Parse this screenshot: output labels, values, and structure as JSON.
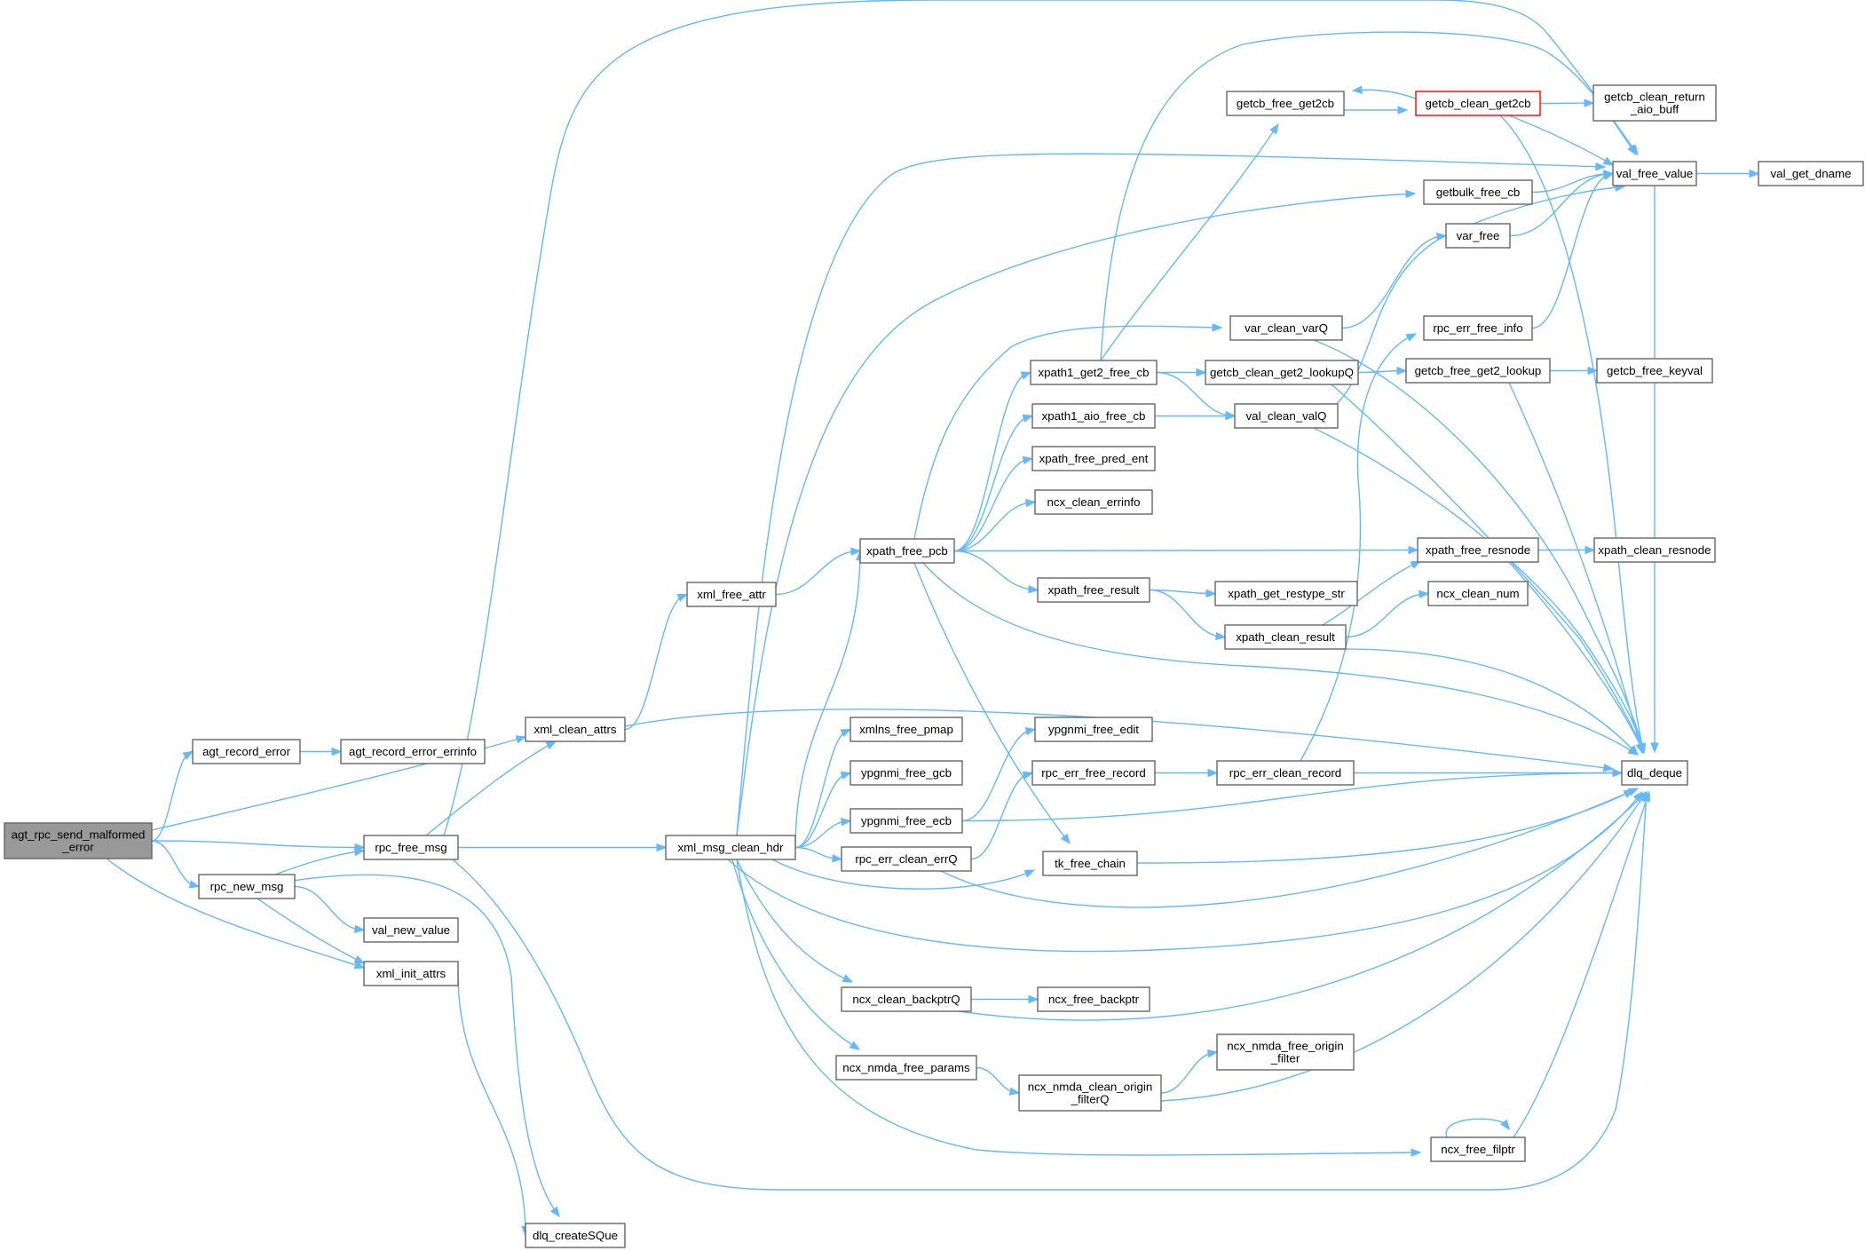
{
  "diagram": {
    "type": "call-graph",
    "colors": {
      "edge": "#63b8ff",
      "node_border": "#666666",
      "root_fill": "#999999",
      "highlight_border": "#ff0000"
    },
    "nodes": [
      {
        "id": "agt_rpc_send_malformed_error",
        "lines": [
          "agt_rpc_send_malformed",
          "_error"
        ],
        "style": "root"
      },
      {
        "id": "agt_record_error",
        "lines": [
          "agt_record_error"
        ]
      },
      {
        "id": "agt_record_error_errinfo",
        "lines": [
          "agt_record_error_errinfo"
        ]
      },
      {
        "id": "xml_clean_attrs",
        "lines": [
          "xml_clean_attrs"
        ]
      },
      {
        "id": "rpc_free_msg",
        "lines": [
          "rpc_free_msg"
        ]
      },
      {
        "id": "rpc_new_msg",
        "lines": [
          "rpc_new_msg"
        ]
      },
      {
        "id": "val_new_value",
        "lines": [
          "val_new_value"
        ]
      },
      {
        "id": "xml_init_attrs",
        "lines": [
          "xml_init_attrs"
        ]
      },
      {
        "id": "dlq_createSQue",
        "lines": [
          "dlq_createSQue"
        ]
      },
      {
        "id": "xml_free_attr",
        "lines": [
          "xml_free_attr"
        ]
      },
      {
        "id": "xml_msg_clean_hdr",
        "lines": [
          "xml_msg_clean_hdr"
        ]
      },
      {
        "id": "xpath_free_pcb",
        "lines": [
          "xpath_free_pcb"
        ]
      },
      {
        "id": "xmlns_free_pmap",
        "lines": [
          "xmlns_free_pmap"
        ]
      },
      {
        "id": "ypgnmi_free_gcb",
        "lines": [
          "ypgnmi_free_gcb"
        ]
      },
      {
        "id": "ypgnmi_free_ecb",
        "lines": [
          "ypgnmi_free_ecb"
        ]
      },
      {
        "id": "rpc_err_clean_errQ",
        "lines": [
          "rpc_err_clean_errQ"
        ]
      },
      {
        "id": "ncx_clean_backptrQ",
        "lines": [
          "ncx_clean_backptrQ"
        ]
      },
      {
        "id": "ncx_nmda_free_params",
        "lines": [
          "ncx_nmda_free_params"
        ]
      },
      {
        "id": "xpath1_get2_free_cb",
        "lines": [
          "xpath1_get2_free_cb"
        ]
      },
      {
        "id": "xpath1_aio_free_cb",
        "lines": [
          "xpath1_aio_free_cb"
        ]
      },
      {
        "id": "xpath_free_pred_ent",
        "lines": [
          "xpath_free_pred_ent"
        ]
      },
      {
        "id": "ncx_clean_errinfo",
        "lines": [
          "ncx_clean_errinfo"
        ]
      },
      {
        "id": "xpath_free_result",
        "lines": [
          "xpath_free_result"
        ]
      },
      {
        "id": "ypgnmi_free_edit",
        "lines": [
          "ypgnmi_free_edit"
        ]
      },
      {
        "id": "rpc_err_free_record",
        "lines": [
          "rpc_err_free_record"
        ]
      },
      {
        "id": "tk_free_chain",
        "lines": [
          "tk_free_chain"
        ]
      },
      {
        "id": "ncx_free_backptr",
        "lines": [
          "ncx_free_backptr"
        ]
      },
      {
        "id": "ncx_nmda_clean_origin_filterQ",
        "lines": [
          "ncx_nmda_clean_origin",
          "_filterQ"
        ]
      },
      {
        "id": "getcb_free_get2cb",
        "lines": [
          "getcb_free_get2cb"
        ]
      },
      {
        "id": "var_clean_varQ",
        "lines": [
          "var_clean_varQ"
        ]
      },
      {
        "id": "getcb_clean_get2_lookupQ",
        "lines": [
          "getcb_clean_get2_lookupQ"
        ]
      },
      {
        "id": "val_clean_valQ",
        "lines": [
          "val_clean_valQ"
        ]
      },
      {
        "id": "xpath_get_restype_str",
        "lines": [
          "xpath_get_restype_str"
        ]
      },
      {
        "id": "xpath_clean_result",
        "lines": [
          "xpath_clean_result"
        ]
      },
      {
        "id": "rpc_err_clean_record",
        "lines": [
          "rpc_err_clean_record"
        ]
      },
      {
        "id": "ncx_nmda_free_origin_filter",
        "lines": [
          "ncx_nmda_free_origin",
          "_filter"
        ]
      },
      {
        "id": "getcb_clean_get2cb",
        "lines": [
          "getcb_clean_get2cb"
        ],
        "style": "highlight"
      },
      {
        "id": "getbulk_free_cb",
        "lines": [
          "getbulk_free_cb"
        ]
      },
      {
        "id": "var_free",
        "lines": [
          "var_free"
        ]
      },
      {
        "id": "rpc_err_free_info",
        "lines": [
          "rpc_err_free_info"
        ]
      },
      {
        "id": "getcb_free_get2_lookup",
        "lines": [
          "getcb_free_get2_lookup"
        ]
      },
      {
        "id": "xpath_free_resnode",
        "lines": [
          "xpath_free_resnode"
        ]
      },
      {
        "id": "ncx_clean_num",
        "lines": [
          "ncx_clean_num"
        ]
      },
      {
        "id": "ncx_free_filptr",
        "lines": [
          "ncx_free_filptr"
        ]
      },
      {
        "id": "getcb_clean_return_aio_buff",
        "lines": [
          "getcb_clean_return",
          "_aio_buff"
        ]
      },
      {
        "id": "val_free_value",
        "lines": [
          "val_free_value"
        ]
      },
      {
        "id": "getcb_free_keyval",
        "lines": [
          "getcb_free_keyval"
        ]
      },
      {
        "id": "xpath_clean_resnode",
        "lines": [
          "xpath_clean_resnode"
        ]
      },
      {
        "id": "dlq_deque",
        "lines": [
          "dlq_deque"
        ]
      },
      {
        "id": "val_get_dname",
        "lines": [
          "val_get_dname"
        ]
      }
    ],
    "edges": [
      [
        "agt_rpc_send_malformed_error",
        "agt_record_error"
      ],
      [
        "agt_rpc_send_malformed_error",
        "xml_clean_attrs"
      ],
      [
        "agt_rpc_send_malformed_error",
        "rpc_free_msg"
      ],
      [
        "agt_rpc_send_malformed_error",
        "rpc_new_msg"
      ],
      [
        "agt_rpc_send_malformed_error",
        "xml_init_attrs"
      ],
      [
        "agt_record_error",
        "agt_record_error_errinfo"
      ],
      [
        "xml_clean_attrs",
        "xml_free_attr"
      ],
      [
        "xml_clean_attrs",
        "dlq_deque"
      ],
      [
        "rpc_free_msg",
        "xml_clean_attrs"
      ],
      [
        "rpc_free_msg",
        "xml_msg_clean_hdr"
      ],
      [
        "rpc_free_msg",
        "val_free_value"
      ],
      [
        "rpc_free_msg",
        "dlq_deque"
      ],
      [
        "rpc_new_msg",
        "rpc_free_msg"
      ],
      [
        "rpc_new_msg",
        "val_new_value"
      ],
      [
        "rpc_new_msg",
        "xml_init_attrs"
      ],
      [
        "rpc_new_msg",
        "dlq_createSQue"
      ],
      [
        "xml_init_attrs",
        "dlq_createSQue"
      ],
      [
        "xml_free_attr",
        "xpath_free_pcb"
      ],
      [
        "xml_msg_clean_hdr",
        "xpath_free_pcb"
      ],
      [
        "xml_msg_clean_hdr",
        "xmlns_free_pmap"
      ],
      [
        "xml_msg_clean_hdr",
        "ypgnmi_free_gcb"
      ],
      [
        "xml_msg_clean_hdr",
        "ypgnmi_free_ecb"
      ],
      [
        "xml_msg_clean_hdr",
        "rpc_err_clean_errQ"
      ],
      [
        "xml_msg_clean_hdr",
        "ncx_clean_backptrQ"
      ],
      [
        "xml_msg_clean_hdr",
        "ncx_nmda_free_params"
      ],
      [
        "xml_msg_clean_hdr",
        "tk_free_chain"
      ],
      [
        "xml_msg_clean_hdr",
        "getbulk_free_cb"
      ],
      [
        "xml_msg_clean_hdr",
        "val_free_value"
      ],
      [
        "xml_msg_clean_hdr",
        "ncx_free_filptr"
      ],
      [
        "xml_msg_clean_hdr",
        "dlq_deque"
      ],
      [
        "xpath_free_pcb",
        "xpath1_get2_free_cb"
      ],
      [
        "xpath_free_pcb",
        "xpath1_aio_free_cb"
      ],
      [
        "xpath_free_pcb",
        "xpath_free_pred_ent"
      ],
      [
        "xpath_free_pcb",
        "ncx_clean_errinfo"
      ],
      [
        "xpath_free_pcb",
        "xpath_free_result"
      ],
      [
        "xpath_free_pcb",
        "tk_free_chain"
      ],
      [
        "xpath_free_pcb",
        "var_clean_varQ"
      ],
      [
        "xpath_free_pcb",
        "xpath_free_resnode"
      ],
      [
        "xpath_free_pcb",
        "dlq_deque"
      ],
      [
        "ypgnmi_free_ecb",
        "ypgnmi_free_edit"
      ],
      [
        "ypgnmi_free_ecb",
        "dlq_deque"
      ],
      [
        "rpc_err_clean_errQ",
        "rpc_err_free_record"
      ],
      [
        "rpc_err_clean_errQ",
        "dlq_deque"
      ],
      [
        "ncx_clean_backptrQ",
        "ncx_free_backptr"
      ],
      [
        "ncx_clean_backptrQ",
        "dlq_deque"
      ],
      [
        "ncx_nmda_free_params",
        "ncx_nmda_clean_origin_filterQ"
      ],
      [
        "xpath1_get2_free_cb",
        "getcb_free_get2cb"
      ],
      [
        "xpath1_get2_free_cb",
        "getcb_clean_get2_lookupQ"
      ],
      [
        "xpath1_get2_free_cb",
        "val_clean_valQ"
      ],
      [
        "xpath1_get2_free_cb",
        "val_free_value"
      ],
      [
        "xpath1_aio_free_cb",
        "val_clean_valQ"
      ],
      [
        "xpath_free_result",
        "xpath_get_restype_str"
      ],
      [
        "xpath_free_result",
        "xpath_clean_result"
      ],
      [
        "rpc_err_free_record",
        "rpc_err_clean_record"
      ],
      [
        "tk_free_chain",
        "dlq_deque"
      ],
      [
        "ncx_nmda_clean_origin_filterQ",
        "ncx_nmda_free_origin_filter"
      ],
      [
        "ncx_nmda_clean_origin_filterQ",
        "dlq_deque"
      ],
      [
        "getcb_free_get2cb",
        "getcb_clean_get2cb"
      ],
      [
        "getcb_clean_get2cb",
        "getcb_free_get2cb"
      ],
      [
        "getcb_clean_get2cb",
        "getcb_clean_return_aio_buff"
      ],
      [
        "getcb_clean_get2cb",
        "val_free_value"
      ],
      [
        "getcb_clean_get2cb",
        "dlq_deque"
      ],
      [
        "var_clean_varQ",
        "var_free"
      ],
      [
        "var_clean_varQ",
        "dlq_deque"
      ],
      [
        "getcb_clean_get2_lookupQ",
        "getcb_free_get2_lookup"
      ],
      [
        "getcb_clean_get2_lookupQ",
        "dlq_deque"
      ],
      [
        "val_clean_valQ",
        "val_free_value"
      ],
      [
        "val_clean_valQ",
        "dlq_deque"
      ],
      [
        "xpath_clean_result",
        "ncx_clean_num"
      ],
      [
        "xpath_clean_result",
        "xpath_free_resnode"
      ],
      [
        "xpath_clean_result",
        "dlq_deque"
      ],
      [
        "rpc_err_clean_record",
        "rpc_err_free_info"
      ],
      [
        "rpc_err_clean_record",
        "dlq_deque"
      ],
      [
        "getbulk_free_cb",
        "val_free_value"
      ],
      [
        "var_free",
        "val_free_value"
      ],
      [
        "rpc_err_free_info",
        "val_free_value"
      ],
      [
        "getcb_free_get2_lookup",
        "getcb_free_keyval"
      ],
      [
        "getcb_free_get2_lookup",
        "dlq_deque"
      ],
      [
        "xpath_free_resnode",
        "xpath_clean_resnode"
      ],
      [
        "xpath_free_resnode",
        "dlq_deque"
      ],
      [
        "ncx_free_filptr",
        "ncx_free_filptr"
      ],
      [
        "ncx_free_filptr",
        "dlq_deque"
      ],
      [
        "val_free_value",
        "val_get_dname"
      ],
      [
        "val_free_value",
        "dlq_deque"
      ]
    ]
  }
}
